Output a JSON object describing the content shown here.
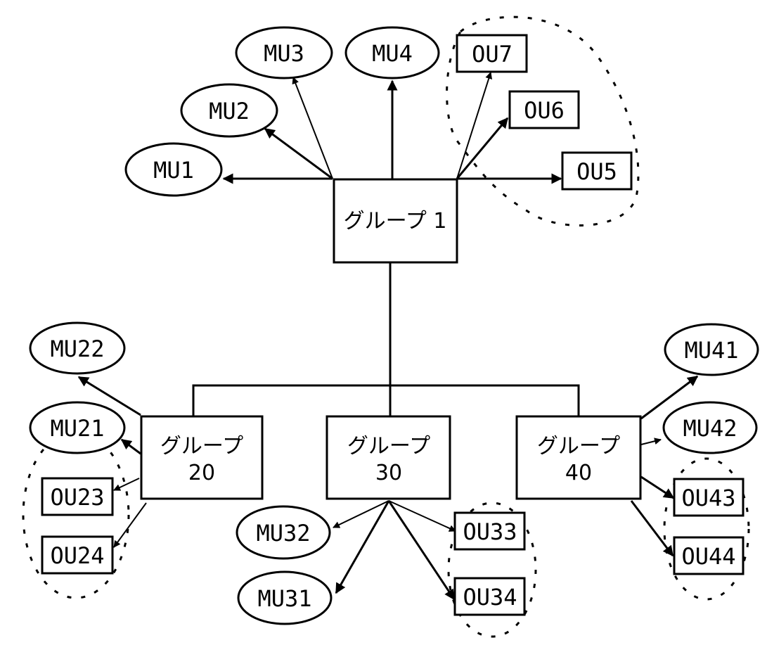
{
  "diagram": {
    "colors": {
      "stroke": "#000000",
      "background": "#ffffff"
    },
    "groups": [
      {
        "id": "g1",
        "label_line1": "グループ 1",
        "label_line2": ""
      },
      {
        "id": "g20",
        "label_line1": "グループ",
        "label_line2": "20"
      },
      {
        "id": "g30",
        "label_line1": "グループ",
        "label_line2": "30"
      },
      {
        "id": "g40",
        "label_line1": "グループ",
        "label_line2": "40"
      }
    ],
    "mu_nodes": [
      {
        "id": "MU1",
        "label": "MU1",
        "parent": "g1"
      },
      {
        "id": "MU2",
        "label": "MU2",
        "parent": "g1"
      },
      {
        "id": "MU3",
        "label": "MU3",
        "parent": "g1"
      },
      {
        "id": "MU4",
        "label": "MU4",
        "parent": "g1"
      },
      {
        "id": "MU21",
        "label": "MU21",
        "parent": "g20"
      },
      {
        "id": "MU22",
        "label": "MU22",
        "parent": "g20"
      },
      {
        "id": "MU31",
        "label": "MU31",
        "parent": "g30"
      },
      {
        "id": "MU32",
        "label": "MU32",
        "parent": "g30"
      },
      {
        "id": "MU41",
        "label": "MU41",
        "parent": "g40"
      },
      {
        "id": "MU42",
        "label": "MU42",
        "parent": "g40"
      }
    ],
    "ou_nodes": [
      {
        "id": "OU5",
        "label": "OU5",
        "parent": "g1"
      },
      {
        "id": "OU6",
        "label": "OU6",
        "parent": "g1"
      },
      {
        "id": "OU7",
        "label": "OU7",
        "parent": "g1"
      },
      {
        "id": "OU23",
        "label": "OU23",
        "parent": "g20"
      },
      {
        "id": "OU24",
        "label": "OU24",
        "parent": "g20"
      },
      {
        "id": "OU33",
        "label": "OU33",
        "parent": "g30"
      },
      {
        "id": "OU34",
        "label": "OU34",
        "parent": "g30"
      },
      {
        "id": "OU43",
        "label": "OU43",
        "parent": "g40"
      },
      {
        "id": "OU44",
        "label": "OU44",
        "parent": "g40"
      }
    ],
    "hierarchy": [
      {
        "from": "g1",
        "to": "g20"
      },
      {
        "from": "g1",
        "to": "g30"
      },
      {
        "from": "g1",
        "to": "g40"
      }
    ],
    "ou_clusters": [
      {
        "group": "g1",
        "members": [
          "OU5",
          "OU6",
          "OU7"
        ]
      },
      {
        "group": "g20",
        "members": [
          "OU23",
          "OU24"
        ]
      },
      {
        "group": "g30",
        "members": [
          "OU33",
          "OU34"
        ]
      },
      {
        "group": "g40",
        "members": [
          "OU43",
          "OU44"
        ]
      }
    ]
  }
}
